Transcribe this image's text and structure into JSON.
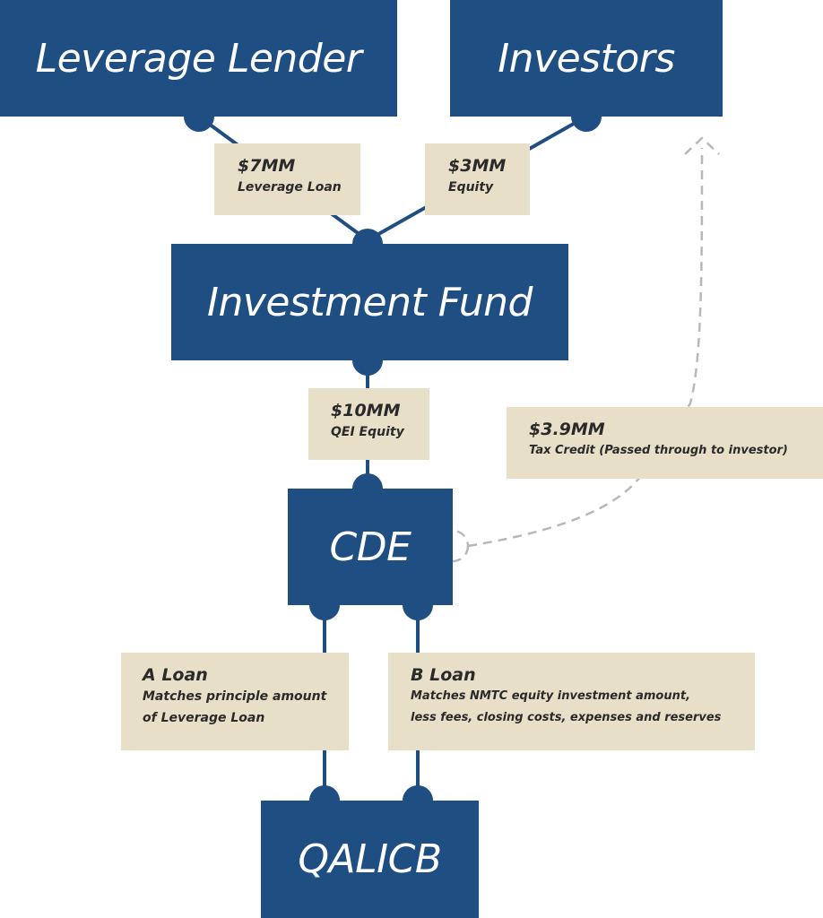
{
  "nodes": {
    "leverage_lender": "Leverage Lender",
    "investors": "Investors",
    "investment_fund": "Investment Fund",
    "cde": "CDE",
    "qalicb": "QALICB"
  },
  "flows": {
    "leverage_loan": {
      "amount": "$7MM",
      "label": "Leverage Loan"
    },
    "equity": {
      "amount": "$3MM",
      "label": "Equity"
    },
    "qei_equity": {
      "amount": "$10MM",
      "label": "QEI Equity"
    },
    "tax_credit": {
      "amount": "$3.9MM",
      "label": "Tax Credit (Passed through to investor)"
    },
    "a_loan": {
      "title": "A Loan",
      "lines": [
        "Matches principle amount",
        "of Leverage Loan"
      ]
    },
    "b_loan": {
      "title": "B Loan",
      "lines": [
        "Matches NMTC equity investment amount,",
        "less fees, closing costs, expenses and reserves"
      ]
    }
  },
  "colors": {
    "node_fill": "#1f4e82",
    "label_fill": "#e8dfc8",
    "connector": "#1f4e82",
    "dashed_arrow": "#b8b8b8"
  }
}
